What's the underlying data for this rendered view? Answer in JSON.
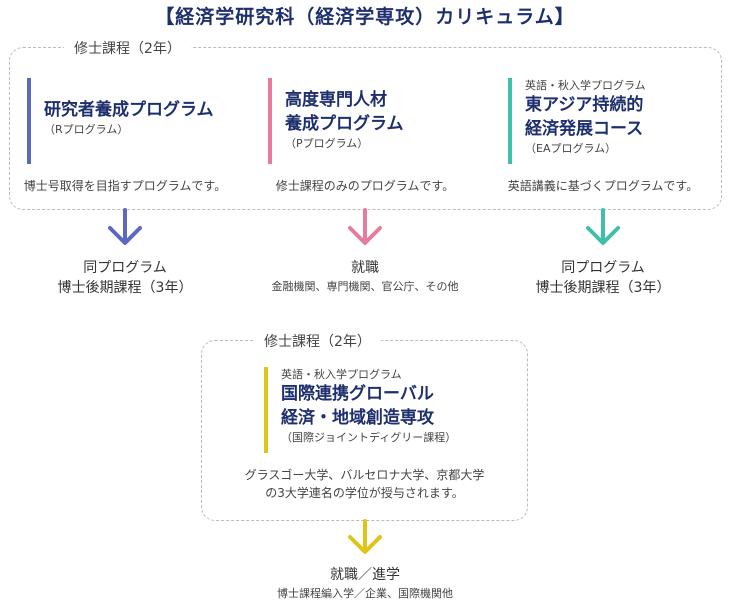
{
  "title": "【経済学研究科（経済学専攻）カリキュラム】",
  "master_box_top": {
    "label": "修士課程（2年）",
    "programs": [
      {
        "tag": "",
        "name_lines": [
          "研究者養成プログラム"
        ],
        "sub": "（Rプログラム）",
        "description": "博士号取得を目指すプログラムです。",
        "accent": "#5b6abf"
      },
      {
        "tag": "",
        "name_lines": [
          "高度専門人材",
          "養成プログラム"
        ],
        "sub": "（Pプログラム）",
        "description": "修士課程のみのプログラムです。",
        "accent": "#e77b9c"
      },
      {
        "tag": "英語・秋入学プログラム",
        "name_lines": [
          "東アジア持続的",
          "経済発展コース"
        ],
        "sub": "（EAプログラム）",
        "description": "英語講義に基づくプログラムです。",
        "accent": "#3fbfa8"
      }
    ]
  },
  "destinations_top": [
    {
      "lines": [
        "同プログラム",
        "博士後期課程（3年）"
      ],
      "sub": ""
    },
    {
      "lines": [
        "就職"
      ],
      "sub": "金融機関、専門機関、官公庁、その他"
    },
    {
      "lines": [
        "同プログラム",
        "博士後期課程（3年）"
      ],
      "sub": ""
    }
  ],
  "master_box_bottom": {
    "label": "修士課程（2年）",
    "program": {
      "tag": "英語・秋入学プログラム",
      "name_lines": [
        "国際連携グローバル",
        "経済・地域創造専攻"
      ],
      "sub": "（国際ジョイントディグリー課程）",
      "accent": "#e2c31a"
    },
    "description_lines": [
      "グラスゴー大学、バルセロナ大学、京都大学",
      "の3大学連名の学位が授与されます。"
    ]
  },
  "destination_bottom": {
    "main": "就職／進学",
    "sub": "博士課程編入学／企業、国際機関他"
  }
}
